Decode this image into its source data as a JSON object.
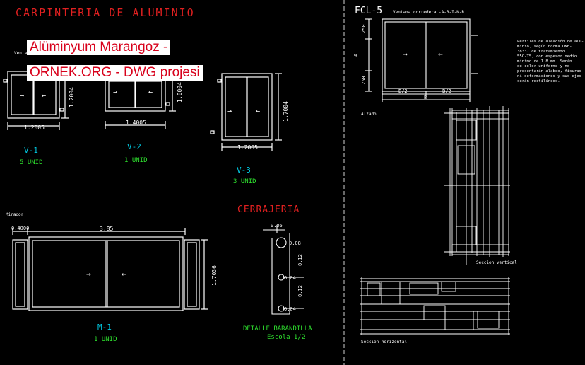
{
  "title": "CARPINTERIA   DE   ALUMINIO",
  "watermark": {
    "line1": "Alüminyum Marangoz -",
    "line2": "ORNEK.ORG - DWG projesi"
  },
  "windows": {
    "v1": {
      "label": "V-1",
      "qty": "5 UNID",
      "width": "1.2005",
      "height": "1.2004",
      "caption": "Ventana corredera"
    },
    "v2": {
      "label": "V-2",
      "qty": "1 UNID",
      "width": "1.4005",
      "height": "1.0004"
    },
    "v3": {
      "label": "V-3",
      "qty": "3 UNID",
      "width": "1.2005",
      "height": "1.7004"
    }
  },
  "m1": {
    "label": "M-1",
    "qty": "1 UNID",
    "caption": "Mirador",
    "side": "0.4000",
    "width": "3.85",
    "height": "1.7036"
  },
  "cerrajeria": {
    "title": "CERRAJERIA",
    "detail": "DETALLE BARANDILLA",
    "scale": "Escola 1/2",
    "top": "0.05",
    "c1": "0.08",
    "c2": "0.04",
    "c3": "0.04",
    "s1": "0.12",
    "s2": "0.12"
  },
  "fcl": {
    "code": "FCL-5",
    "subtitle": "Ventana corredera -A-B-I-N-R",
    "dim_top": "250",
    "dim_a": "A",
    "dim_bot": "250",
    "half1": "B/2",
    "half2": "B/2",
    "total": "B",
    "notes": [
      "Perfiles de aleación de alu-",
      "minio, según norma UNE-",
      "38337 de tratamiento",
      "55C-T5, con espesor medio",
      "mínimo de 1.8 mm. Serán",
      "de color uniforme y no",
      "presentarán alabeo, fisuras",
      "ni deformaciones y sus ejes",
      "serán rectilíneos."
    ],
    "alzado": "Alzado",
    "sec_v": "Seccion vertical",
    "sec_h": "Seccion horizontal"
  }
}
